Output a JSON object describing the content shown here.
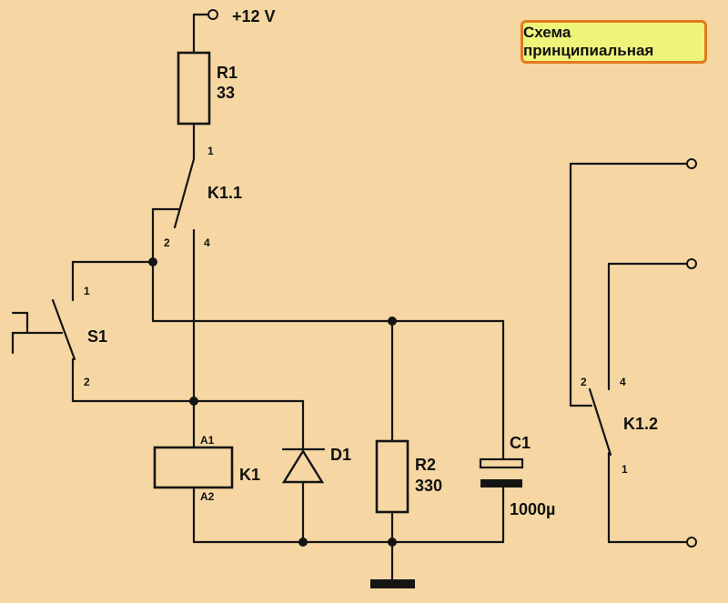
{
  "badge": {
    "title": "Схема принципиальная"
  },
  "supply": {
    "label": "+12 V"
  },
  "components": {
    "r1": {
      "ref": "R1",
      "value": "33"
    },
    "k1_1": {
      "ref": "K1.1",
      "pin1": "1",
      "pin2": "2",
      "pin4": "4"
    },
    "s1": {
      "ref": "S1",
      "pin1": "1",
      "pin2": "2"
    },
    "k1": {
      "ref": "K1",
      "pinA1": "A1",
      "pinA2": "A2"
    },
    "d1": {
      "ref": "D1"
    },
    "r2": {
      "ref": "R2",
      "value": "330"
    },
    "c1": {
      "ref": "C1",
      "value": "1000µ"
    },
    "k1_2": {
      "ref": "K1.2",
      "pin1": "1",
      "pin2": "2",
      "pin4": "4"
    }
  },
  "colors": {
    "background": "#f6d7a3",
    "ink": "#151515",
    "badge_fill": "#eef37a",
    "badge_border": "#e07a1f"
  }
}
